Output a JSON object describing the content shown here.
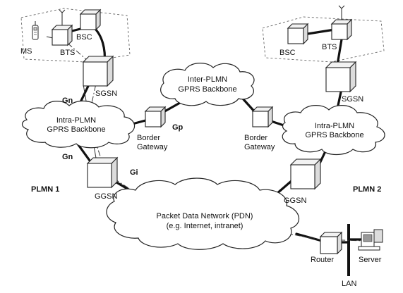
{
  "nodes": {
    "ms": "MS",
    "bts_left": "BTS",
    "bsc_left": "BSC",
    "sgsn_left": "SGSN",
    "intra_left": [
      "Intra-PLMN",
      "GPRS Backbone"
    ],
    "inter": [
      "Inter-PLMN",
      "GPRS Backbone"
    ],
    "border_left": [
      "Border",
      "Gateway"
    ],
    "border_right": [
      "Border",
      "Gateway"
    ],
    "bsc_right": "BSC",
    "bts_right": "BTS",
    "sgsn_right": "SGSN",
    "intra_right": [
      "Intra-PLMN",
      "GPRS Backbone"
    ],
    "ggsn_left": "GGSN",
    "ggsn_right": "GGSN",
    "pdn": [
      "Packet Data Network (PDN)",
      "(e.g. Internet, intranet)"
    ],
    "router": "Router",
    "server": "Server",
    "lan": "LAN"
  },
  "interfaces": {
    "gn_top": "Gn",
    "gn_bottom": "Gn",
    "gp": "Gp",
    "gi": "Gi"
  },
  "regions": {
    "plmn1": "PLMN 1",
    "plmn2": "PLMN 2"
  }
}
